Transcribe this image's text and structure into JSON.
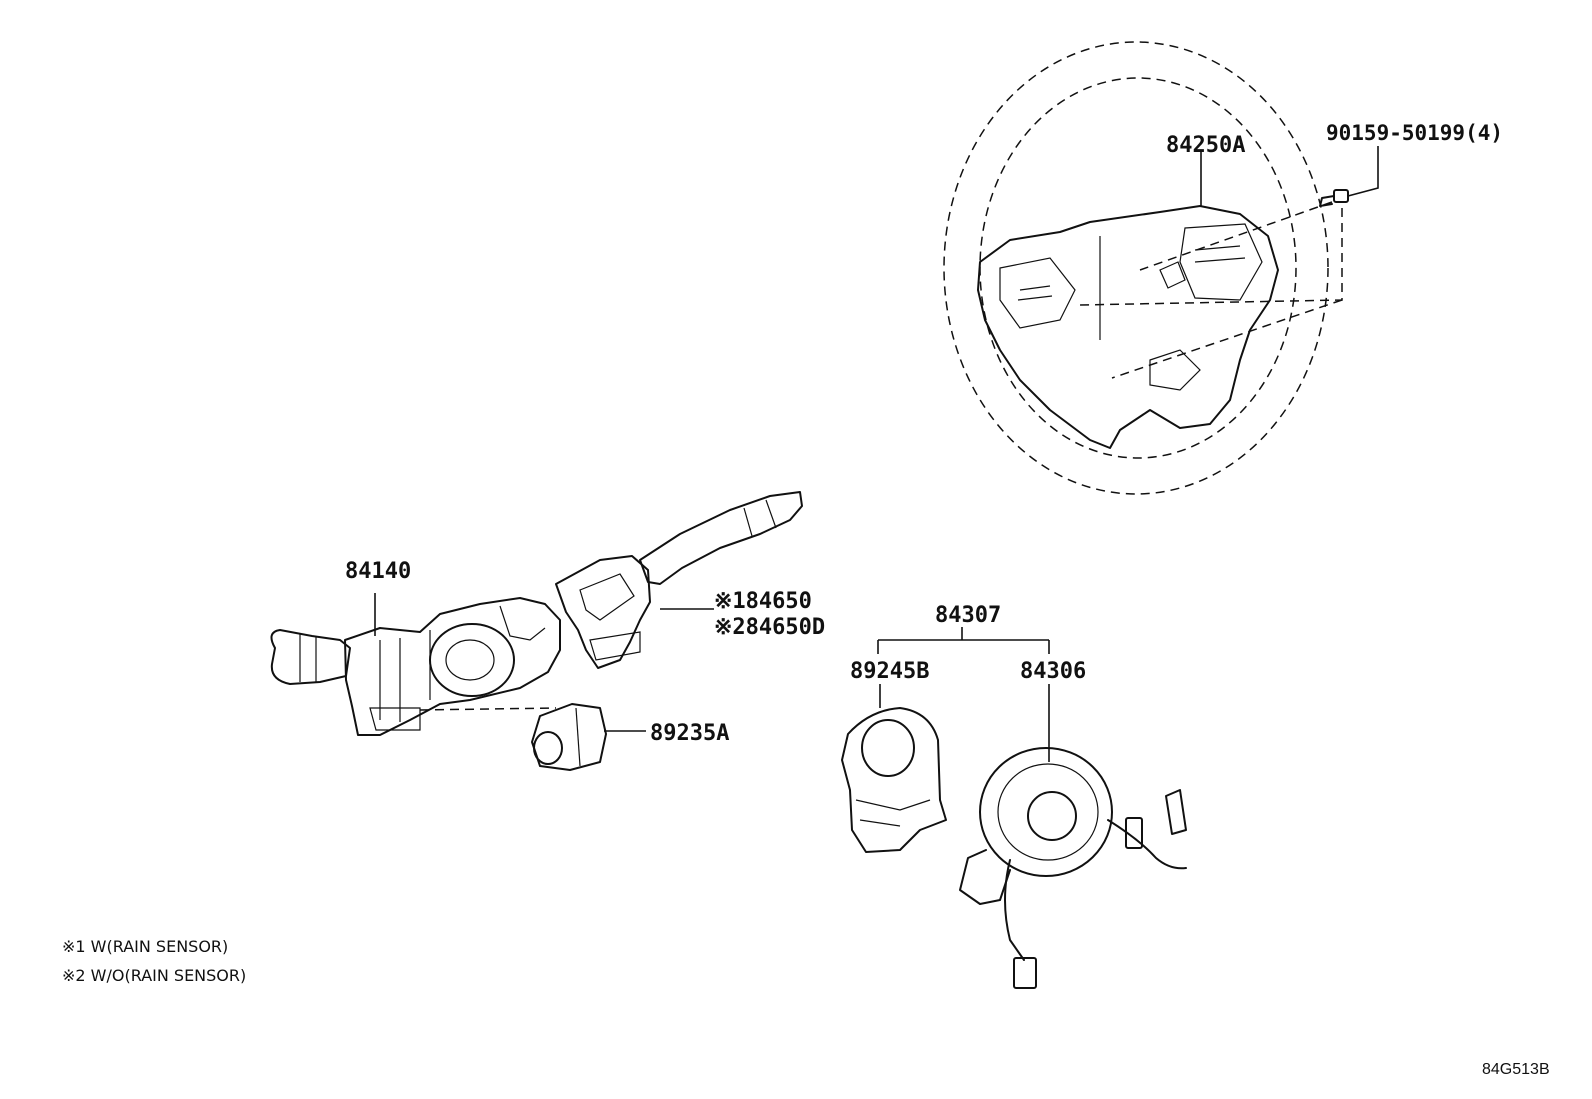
{
  "labels": {
    "p84250A": "84250A",
    "p90159": "90159-50199(4)",
    "p84140": "84140",
    "p84650a": "※184650",
    "p84650b": "※284650D",
    "p89235A": "89235A",
    "p84307": "84307",
    "p89245B": "89245B",
    "p84306": "84306"
  },
  "notes": {
    "note1": "※1 W(RAIN SENSOR)",
    "note2": "※2 W/O(RAIN SENSOR)"
  },
  "diagram_code": "84G513B"
}
